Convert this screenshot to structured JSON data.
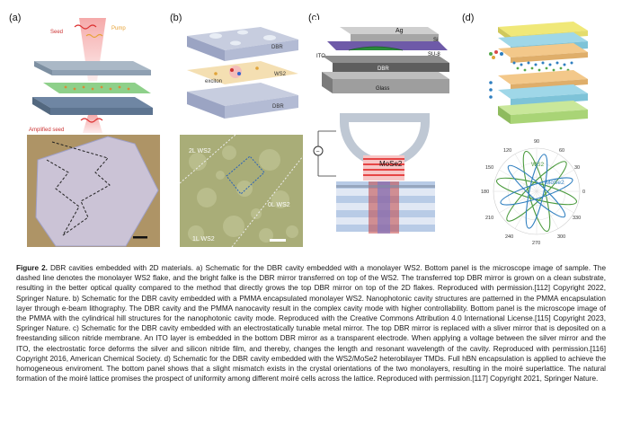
{
  "panels": {
    "a": {
      "label": "(a)",
      "seed": "Seed",
      "pump": "Pump",
      "amplified": "Amplified seed"
    },
    "b": {
      "label": "(b)",
      "dbr_top": "DBR",
      "ws2": "WS2",
      "exciton": "exciton",
      "dbr_bottom": "DBR",
      "micro_2l": "2L WS2",
      "micro_0l": "0L WS2",
      "micro_1l": "1L WS2"
    },
    "c": {
      "label": "(c)",
      "ag": "Ag",
      "si": "Si",
      "su8": "SU-8",
      "ito": "ITO",
      "dbr": "DBR",
      "glass": "Glass",
      "mose2": "MoSe2"
    },
    "d": {
      "label": "(d)",
      "ws2": "WS2",
      "mose2": "MoSe2",
      "polar_ticks": [
        "90",
        "60",
        "30",
        "0",
        "330",
        "300",
        "270",
        "240",
        "210",
        "180",
        "150",
        "120"
      ]
    }
  },
  "caption": {
    "lead": "Figure 2.",
    "text": "DBR cavities embedded with 2D materials. a) Schematic for the DBR cavity embedded with a monolayer WS2. Bottom panel is the microscope image of sample. The dashed line denotes the monolayer WS2 flake, and the bright falke is the DBR mirror transferred on top of the WS2. The transferred top DBR mirror is grown on a clean substrate, resulting in the better optical quality compared to the method that directly grows the top DBR mirror on top of the 2D flakes. Reproduced with permission.[112] Copyright 2022, Springer Nature. b) Schematic for the DBR cavity embedded with a PMMA encapsulated monolayer WS2. Nanophotonic cavity structures are patterned in the PMMA encapsulation layer through e-beam lithography. The DBR cavity and the PMMA nanocavity result in the complex cavity mode with higher controllability. Bottom panel is the microscope image of the PMMA with the cylindrical hill structures for the nanophotonic cavity mode. Reproduced with the Creative Commons Attribution 4.0 International License.[115] Copyright 2023, Springer Nature. c) Schematic for the DBR cavity embedded with an electrostatically tunable metal mirror. The top DBR mirror is replaced with a sliver mirror that is deposited on a freestanding silicon nitride membrane. An ITO layer is embedded in the bottom DBR mirror as a transparent electrode. When applying a voltage between the silver mirror and the ITO, the electrostatic force deforms the silver and silicon nitride film, and thereby, changes the length and resonant wavelength of the cavity. Reproduced with permission.[116] Copyright 2016, American Chemical Society. d) Schematic for the DBR cavity embedded with the WS2/MoSe2 heterobilayer TMDs. Full hBN encapsulation is applied to achieve the homogeneous enviroment. The bottom panel shows that a slight mismatch exists in the crystal orientations of the two monolayers, resulting in the moiré superlattice. The natural formation of the moiré lattice promises the prospect of uniformity among different moiré cells across the lattice. Reproduced with permission.[117] Copyright 2021, Springer Nature."
  }
}
